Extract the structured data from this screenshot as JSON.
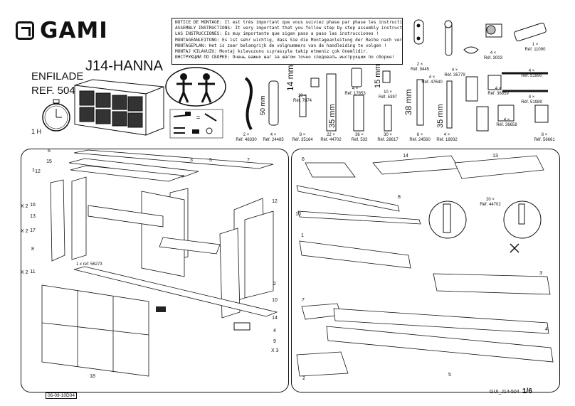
{
  "brand": {
    "name": "GAMI",
    "mark_icon": "gami-logo-icon"
  },
  "product": {
    "model": "J14-HANNA",
    "name": "ENFILADE",
    "ref": "REF. 504",
    "assembly_time": "1 H"
  },
  "notice_lines": [
    "NOTICE DE MONTAGE: Il est très important que vous suiviez phase par phase les instructions de montage !",
    "ASSEMBLY INSTRUCTIONS: It very important that you follow step by step assembly instructions !",
    "LAS INSTRUCCIONES: Es muy importante que sigan paso a paso las instrucciones !",
    "MONTAGEANLEITUNG: Es ist sehr wichtig, dass Sie die Montageanleitung der Reihe nach verfolgen !",
    "MONTAGEPLAN: Het is zeer belangrijk de volgnummers van de handleiding te volgen !",
    "MONTAJ KILAVUZU: Montaj kılavuzunu sıyrasıyle takip etmeniz çok önemlidir.",
    "ИНСТРУКЦИИ ПО СБОРКЕ: Очень важно шаг за шагом точно следовать инструкции по сборке!"
  ],
  "hardware": [
    {
      "qty": "1 ×",
      "ref": "Réf. 11090"
    },
    {
      "qty": "2 ×",
      "ref": "Réf. 9445"
    },
    {
      "qty": "4 ×",
      "ref": "Réf. 3003"
    },
    {
      "qty": "4 ×",
      "ref": "Réf. 35779"
    },
    {
      "qty": "4 ×",
      "ref": "Réf. 47640"
    },
    {
      "qty": "4 ×",
      "ref": "Réf. 51990"
    },
    {
      "qty": "4 ×",
      "ref": "Réf. 36859"
    },
    {
      "qty": "4 ×",
      "ref": "Réf. 51989"
    },
    {
      "qty": "4 ×",
      "ref": "Réf. 36658"
    },
    {
      "qty": "8 ×",
      "ref": "Réf. 56661"
    },
    {
      "qty": "20 ×",
      "ref": "Réf. 7874"
    },
    {
      "qty": "4 ×",
      "ref": "Réf. 17853"
    },
    {
      "qty": "10 ×",
      "ref": "Réf. 5397"
    },
    {
      "qty": "2 ×",
      "ref": "Réf. 48330"
    },
    {
      "qty": "4 ×",
      "ref": "Réf. 24485"
    },
    {
      "qty": "8 ×",
      "ref": "Réf. 35164"
    },
    {
      "qty": "22 ×",
      "ref": "Réf. 44702"
    },
    {
      "qty": "36 ×",
      "ref": "Réf. 533"
    },
    {
      "qty": "30 ×",
      "ref": "Réf. 28617"
    },
    {
      "qty": "6 ×",
      "ref": "Réf. 24560"
    },
    {
      "qty": "4 ×",
      "ref": "Réf. 18932"
    }
  ],
  "dimensions": [
    "50 mm",
    "14 mm",
    "35 mm",
    "15 mm",
    "38 mm",
    "35 mm"
  ],
  "left_panel": {
    "part_labels": [
      "6",
      "15",
      "1",
      "12",
      "16",
      "13",
      "17",
      "8",
      "11",
      "3",
      "5",
      "7",
      "12",
      "2",
      "10",
      "14",
      "4",
      "9",
      "18"
    ],
    "multipliers": [
      "X 2",
      "X 2",
      "X 2",
      "X 3"
    ],
    "note": "1 x ref: 56273"
  },
  "right_panel": {
    "part_labels": [
      "6",
      "14",
      "13",
      "8",
      "10",
      "1",
      "3",
      "7",
      "4",
      "2",
      "5"
    ],
    "callout_qty": "20 ×",
    "callout_ref": "Réf. 44702"
  },
  "footer": {
    "date": "06-09-10",
    "rev": "D04",
    "code": "GUI_J14-504",
    "page": "1/6"
  }
}
